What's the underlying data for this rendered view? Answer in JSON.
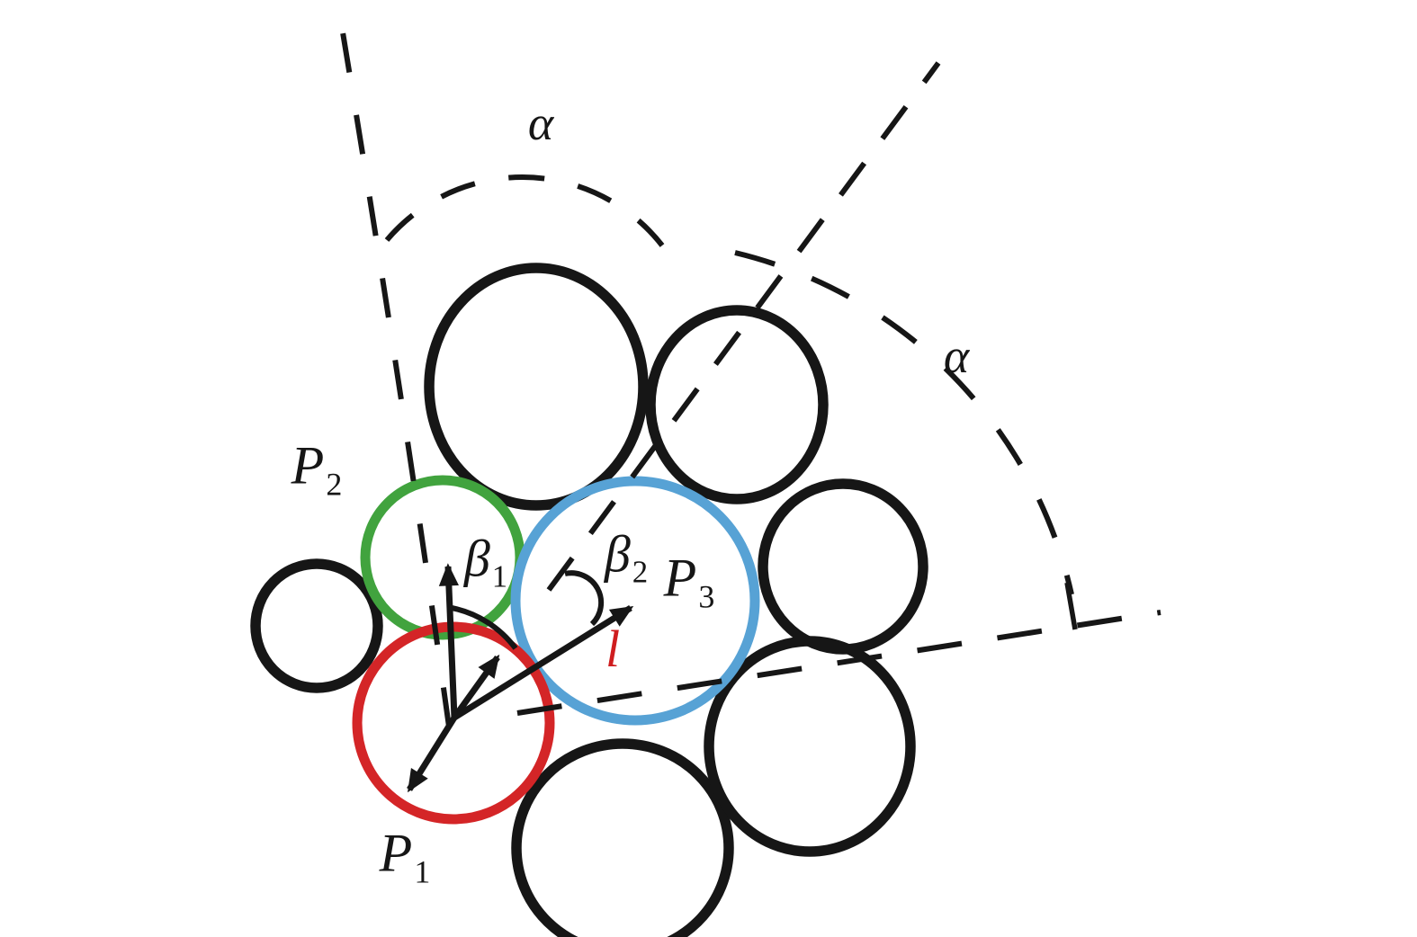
{
  "labels": {
    "alpha_top": "α",
    "alpha_right": "α",
    "p1": {
      "base": "P",
      "sub": "1"
    },
    "p2": {
      "base": "P",
      "sub": "2"
    },
    "p3": {
      "base": "P",
      "sub": "3"
    },
    "beta1": {
      "base": "β",
      "sub": "1"
    },
    "beta2": {
      "base": "β",
      "sub": "2"
    },
    "length": "l"
  },
  "colors": {
    "ink": "#161616",
    "circle_red": "#d42527",
    "circle_green": "#41a33e",
    "circle_blue": "#57a2d5",
    "label_red": "#cf1d1f",
    "background": "#ffffff"
  }
}
